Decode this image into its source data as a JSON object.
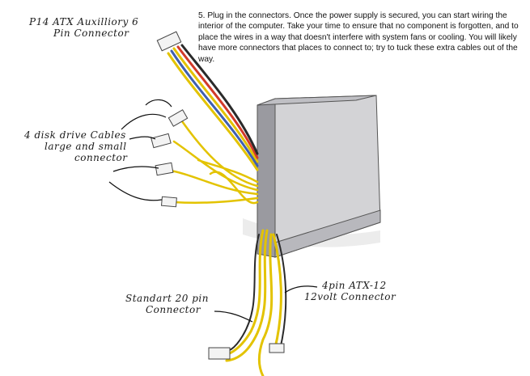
{
  "step": {
    "text": "5. Plug in the connectors. Once the power supply is secured, you can start wiring the interior of the computer. Take your time to ensure that no component is forgotten, and to place the wires in a way that doesn't interfere with system fans or cooling. You will likely have more connectors that places to connect to; try to tuck these extra cables out of the way."
  },
  "labels": {
    "aux_line1": "P14 ATX Auxilliory 6",
    "aux_line2": "Pin Connector",
    "disk_line1": "4 disk drive Cables",
    "disk_line2": "large and small",
    "disk_line3": "connector",
    "std_line1": "Standart 20 pin",
    "std_line2": "Connector",
    "atx12_line1": "4pin ATX-12",
    "atx12_line2": "12volt Connector"
  },
  "colors": {
    "psu_front": "#d6d6d8",
    "psu_side": "#9c9ca2",
    "psu_top": "#c4c4c8",
    "wire_yellow": "#e3c300",
    "wire_red": "#d23a2a",
    "wire_blue": "#3f5fb0",
    "wire_black": "#2a2a2a"
  }
}
